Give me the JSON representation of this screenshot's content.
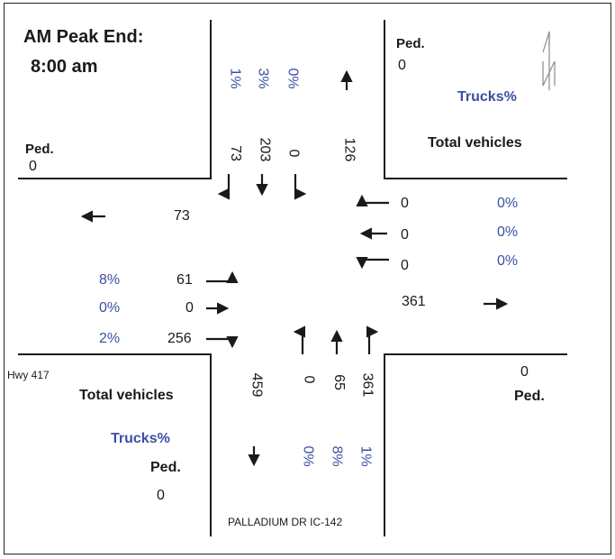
{
  "title": {
    "line1": "AM Peak End:",
    "line2": "8:00 am"
  },
  "legend": {
    "trucks_label": "Trucks%",
    "total_label": "Total vehicles"
  },
  "street_labels": {
    "west": "Hwy 417",
    "south": "PALLADIUM DR IC-142"
  },
  "north": {
    "ped_label": "Ped.",
    "ped_value": "0",
    "trucks": [
      "1%",
      "3%",
      "0%"
    ],
    "volumes": [
      "73",
      "203",
      "0"
    ],
    "exit_volume": "126"
  },
  "east": {
    "ped_label": "Ped.",
    "ped_value": "0",
    "volumes": [
      "0",
      "0",
      "0"
    ],
    "trucks": [
      "0%",
      "0%",
      "0%"
    ],
    "exit_volume": "361"
  },
  "west": {
    "ped_label": "Ped.",
    "ped_value": "0",
    "exit_volume": "73",
    "trucks": [
      "8%",
      "0%",
      "2%"
    ],
    "volumes": [
      "61",
      "0",
      "256"
    ]
  },
  "south": {
    "ped_label": "Ped.",
    "ped_value": "0",
    "exit_volume": "459",
    "volumes": [
      "0",
      "65",
      "361"
    ],
    "trucks": [
      "0%",
      "8%",
      "1%"
    ]
  },
  "colors": {
    "truck_text": "#3c4fa3",
    "text": "#1a1a1a",
    "lines": "#1a1a1a"
  }
}
